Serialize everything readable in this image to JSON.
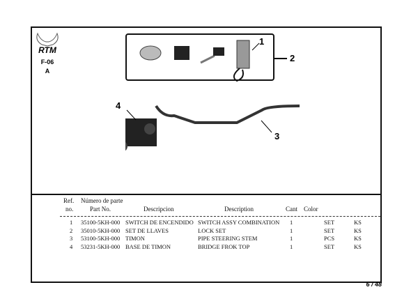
{
  "header": {
    "brand": "RTM",
    "code": "F-06",
    "section": "A"
  },
  "callouts": [
    "1",
    "2",
    "3",
    "4"
  ],
  "table": {
    "headers": {
      "ref_top": "Ref.",
      "ref": "no.",
      "part_top": "Número de parte",
      "part": "Part No.",
      "descripcion": "Descripcion",
      "description": "Description",
      "cant": "Cant",
      "color": "Color"
    },
    "rows": [
      {
        "ref": "1",
        "part": "35100-5KH-000",
        "descripcion": "SWITCH DE ENCENDIDO",
        "description": "SWITCH ASSY COMBINATION",
        "cant": "1",
        "unit": "SET",
        "color": "KS"
      },
      {
        "ref": "2",
        "part": "35010-5KH-000",
        "descripcion": "SET DE LLAVES",
        "description": "LOCK SET",
        "cant": "1",
        "unit": "SET",
        "color": "KS"
      },
      {
        "ref": "3",
        "part": "53100-5KH-000",
        "descripcion": "TIMON",
        "description": "PIPE STEERING STEM",
        "cant": "1",
        "unit": "PCS",
        "color": "KS"
      },
      {
        "ref": "4",
        "part": "53231-5KH-000",
        "descripcion": "BASE DE TIMON",
        "description": "BRIDGE FROK TOP",
        "cant": "1",
        "unit": "SET",
        "color": "KS"
      }
    ]
  },
  "page": "6 / 48"
}
